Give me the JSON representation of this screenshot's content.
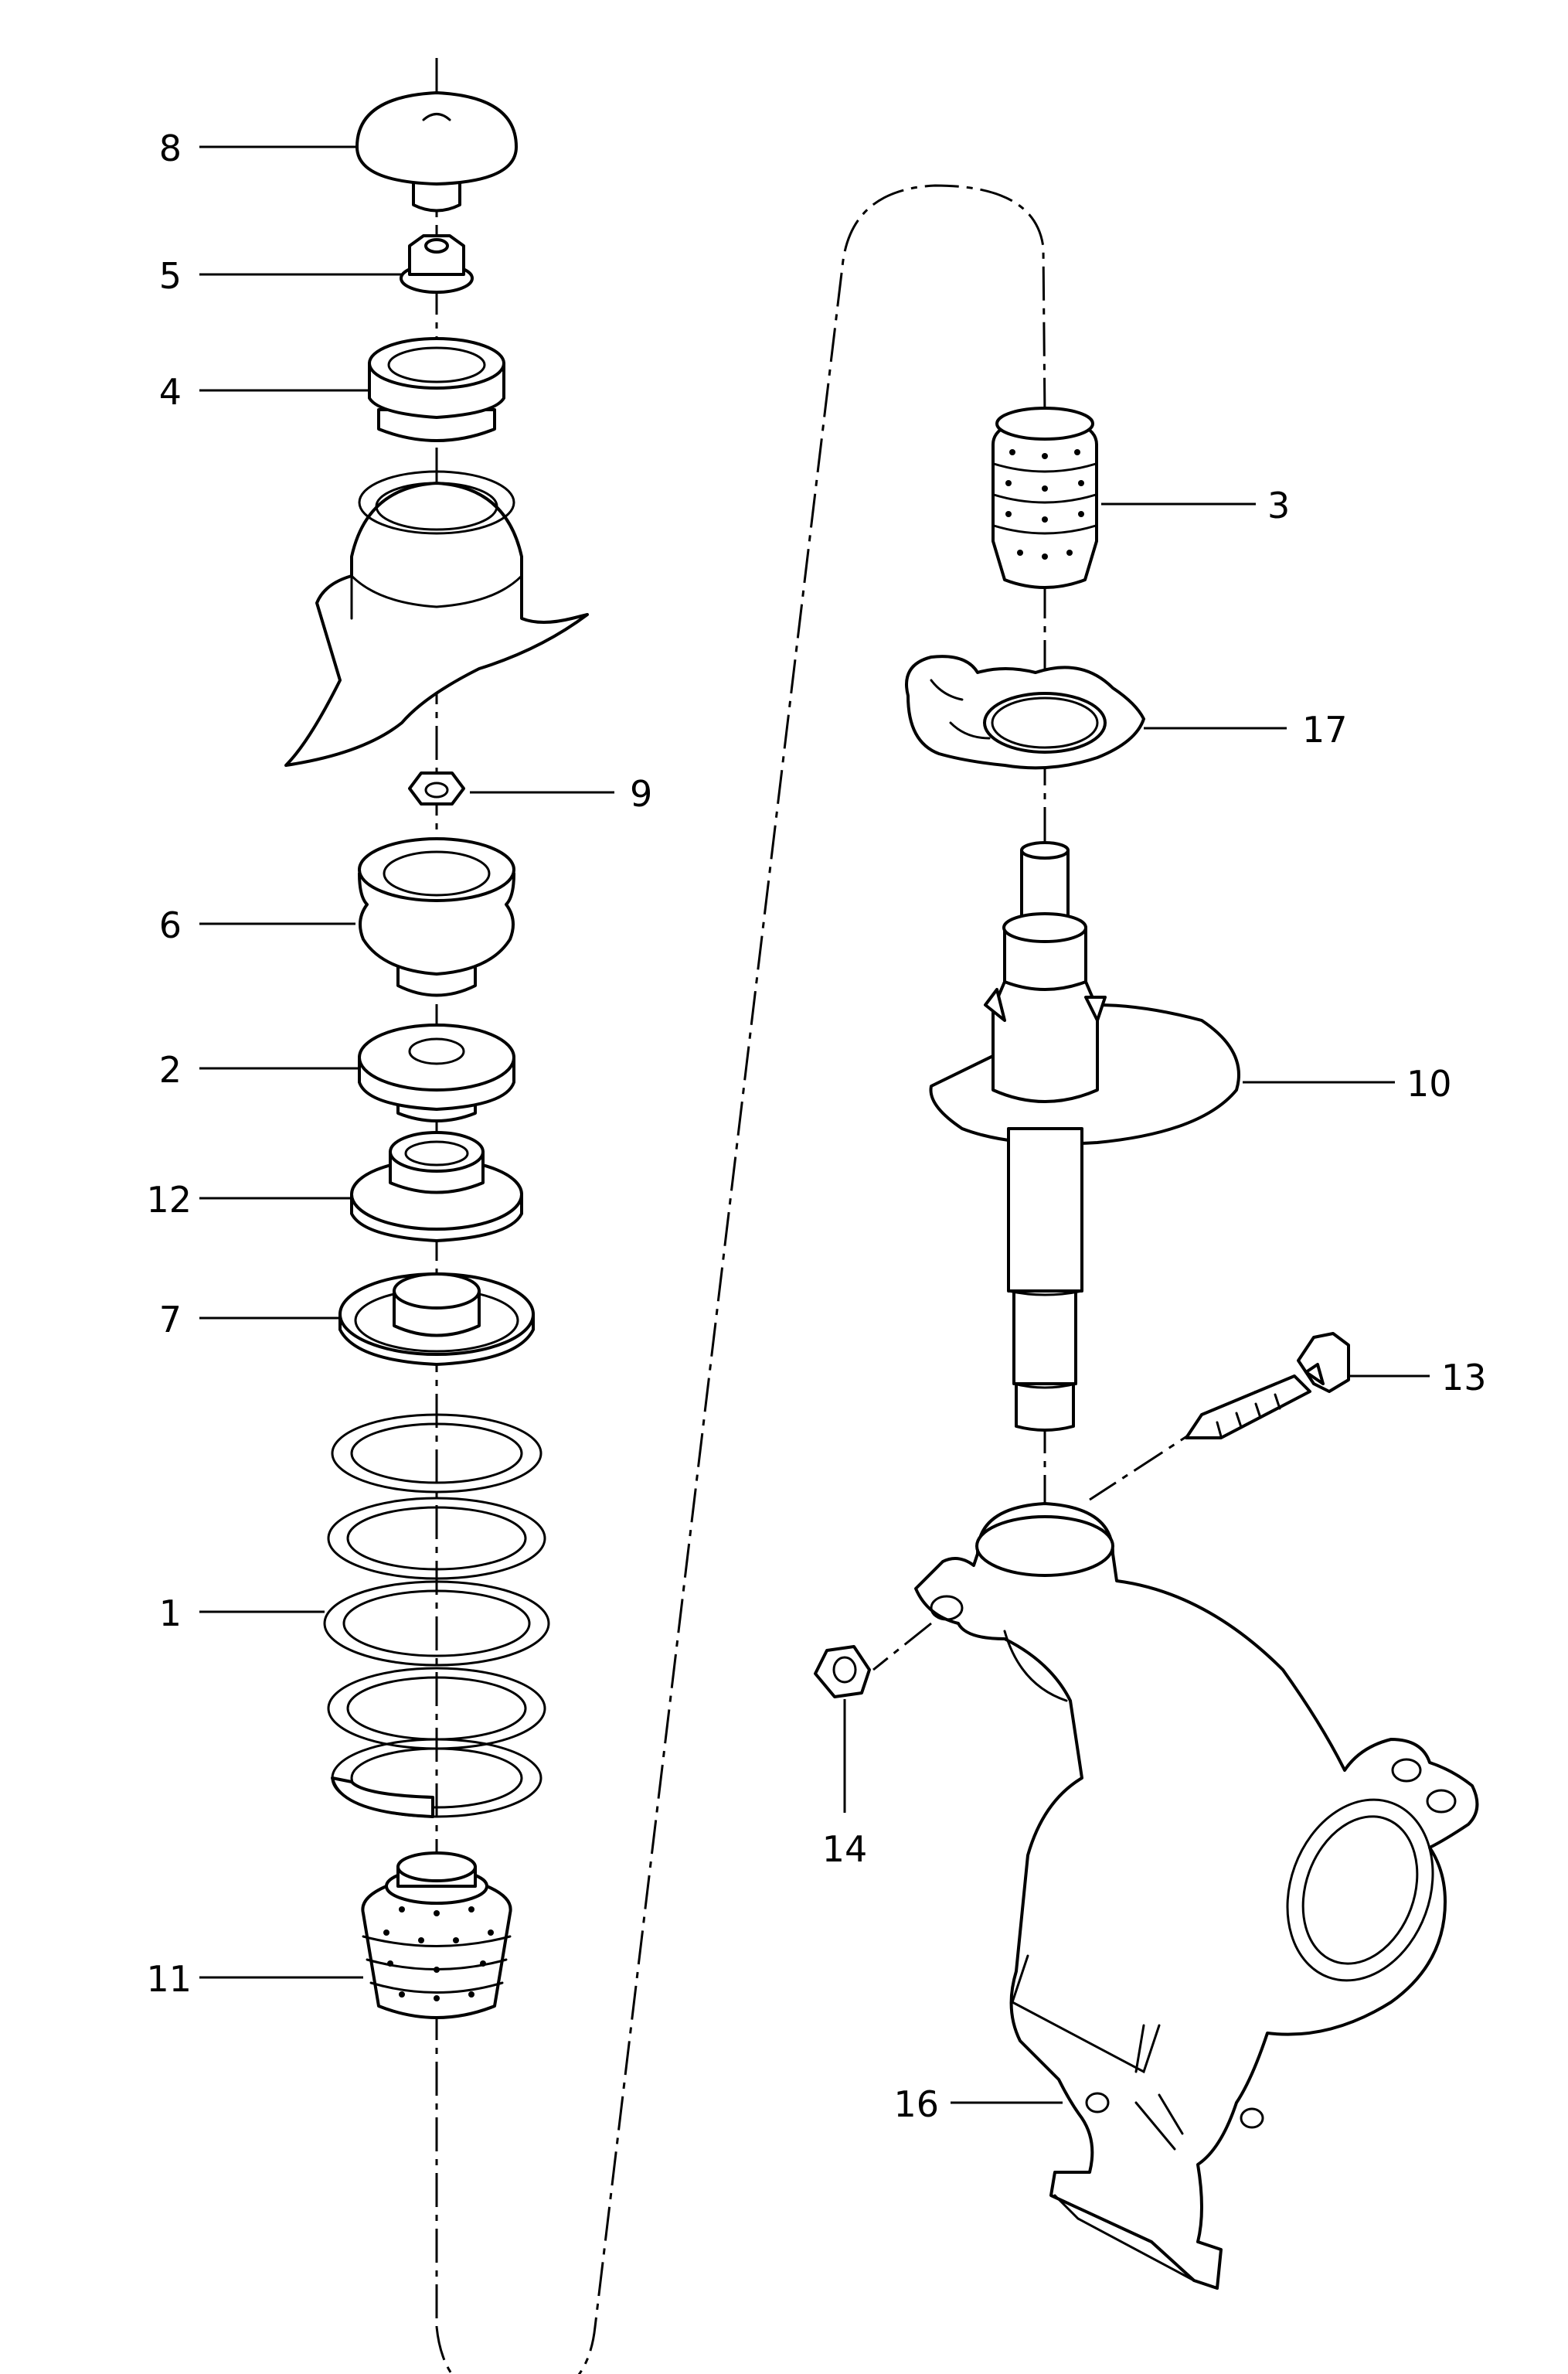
{
  "parts": [
    {
      "id": "p1",
      "label": "1"
    },
    {
      "id": "p2",
      "label": "2"
    },
    {
      "id": "p3",
      "label": "3"
    },
    {
      "id": "p4",
      "label": "4"
    },
    {
      "id": "p5",
      "label": "5"
    },
    {
      "id": "p6",
      "label": "6"
    },
    {
      "id": "p7",
      "label": "7"
    },
    {
      "id": "p8",
      "label": "8"
    },
    {
      "id": "p9",
      "label": "9"
    },
    {
      "id": "p10",
      "label": "10"
    },
    {
      "id": "p11",
      "label": "11"
    },
    {
      "id": "p12",
      "label": "12"
    },
    {
      "id": "p13",
      "label": "13"
    },
    {
      "id": "p14",
      "label": "14"
    },
    {
      "id": "p16",
      "label": "16"
    },
    {
      "id": "p17",
      "label": "17"
    }
  ]
}
